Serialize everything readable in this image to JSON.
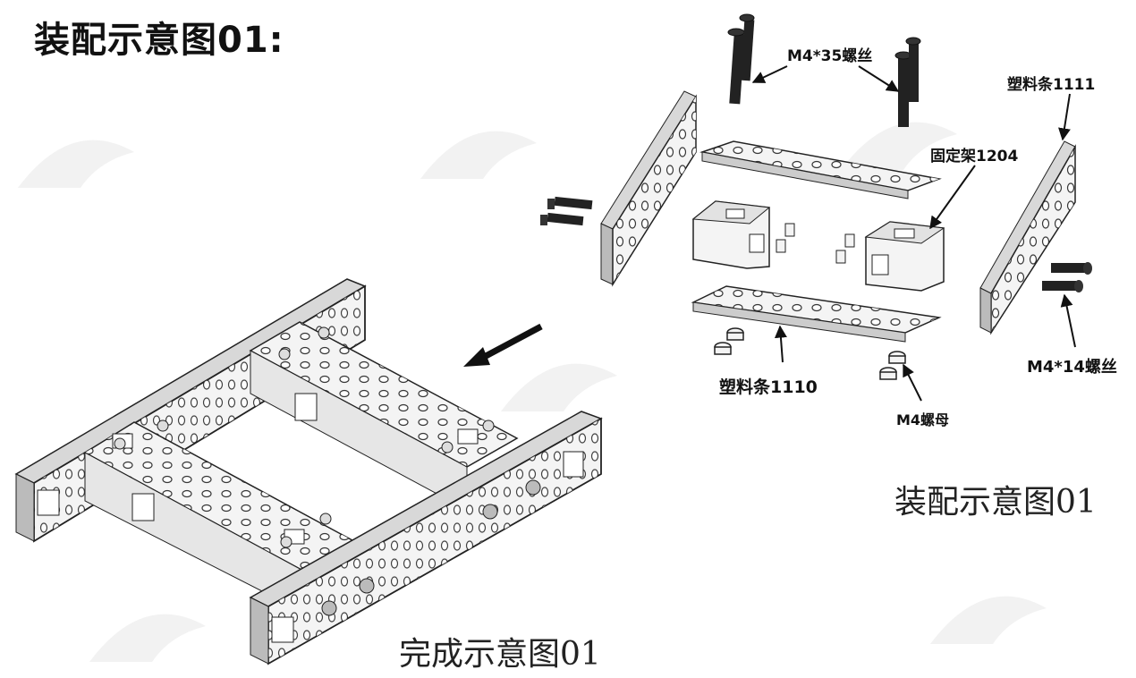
{
  "title": "装配示意图01:",
  "labels": {
    "screw_long": "M4*35螺丝",
    "strip_1111": "塑料条1111",
    "bracket_1204": "固定架1204",
    "strip_1110": "塑料条1110",
    "nut": "M4螺母",
    "screw_short": "M4*14螺丝"
  },
  "captions": {
    "assembly": "装配示意图01",
    "complete": "完成示意图01"
  },
  "colors": {
    "line": "#1a1a1a",
    "part_fill": "#f4f4f4",
    "shade": "#d8d8d8",
    "watermark": "#ececec"
  }
}
